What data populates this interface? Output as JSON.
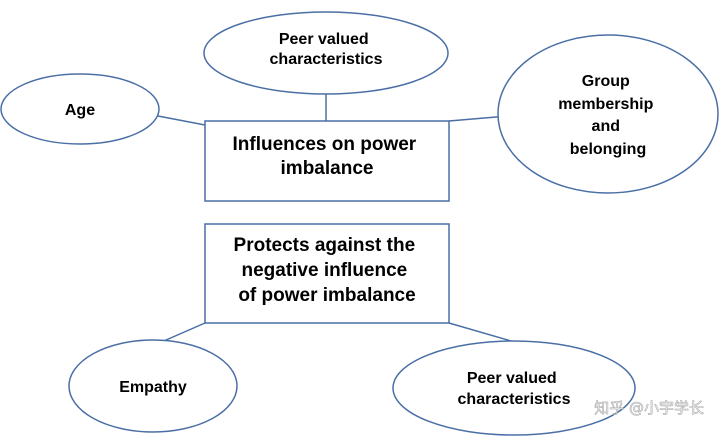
{
  "colors": {
    "stroke": "#4a6fa5",
    "fill": "#ffffff",
    "text": "#000000"
  },
  "top_group": {
    "center_box": {
      "lines": [
        "Influences on power",
        "imbalance"
      ]
    },
    "peer_valued_top": {
      "lines": [
        "Peer valued",
        "characteristics"
      ]
    },
    "age": {
      "lines": [
        "Age"
      ]
    },
    "group_membership": {
      "lines": [
        "Group",
        "membership",
        "and",
        "belonging"
      ]
    }
  },
  "bottom_group": {
    "center_box": {
      "lines": [
        "Protects against the",
        "negative influence",
        "of power imbalance"
      ]
    },
    "empathy": {
      "lines": [
        "Empathy"
      ]
    },
    "peer_valued_bottom": {
      "lines": [
        "Peer valued",
        "characteristics"
      ]
    }
  },
  "watermark": {
    "text": "知乎 @小宇学长"
  }
}
